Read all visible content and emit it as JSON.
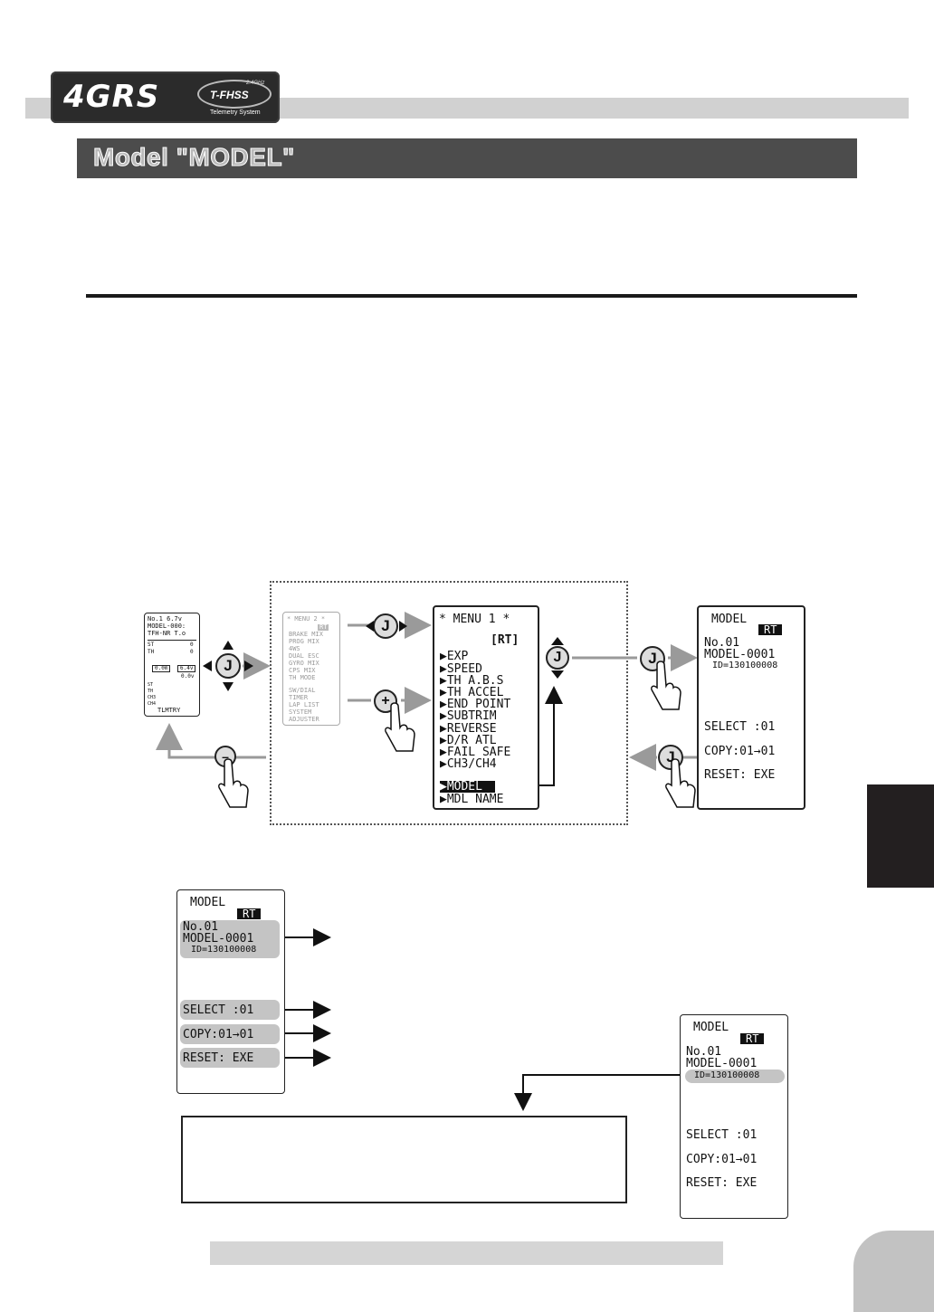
{
  "header": {
    "logo_main": "4GRS",
    "logo_band": "2.4GHz",
    "logo_sub": "T-FHSS",
    "logo_tagline": "Telemetry System"
  },
  "title": "Model \"MODEL\"",
  "home_screen": {
    "lines": [
      "No.1  6.7v",
      "MODEL-000:",
      "TFH-NR  T.o",
      "ST",
      "TH",
      "ST",
      "TH",
      "CH3",
      "CH4"
    ],
    "values": [
      "0",
      "0",
      "0.0m",
      "6.4v",
      "0.0v"
    ],
    "footer": "TLMTRY"
  },
  "menu2": {
    "title": "* MENU 2 *",
    "badge": "RT",
    "items": [
      "BRAKE MIX",
      "PROG MIX",
      "4WS",
      "DUAL ESC",
      "GYRO MIX",
      "CPS MIX",
      "TH MODE",
      "SW/DIAL",
      "TIMER",
      "LAP LIST",
      "SYSTEM",
      "ADJUSTER"
    ]
  },
  "menu1": {
    "title": "* MENU 1 *",
    "badge": "[RT]",
    "items": [
      "EXP",
      "SPEED",
      "TH A.B.S",
      "TH ACCEL",
      "END POINT",
      "SUBTRIM",
      "REVERSE",
      "D/R ATL",
      "FAIL SAFE",
      "CH3/CH4"
    ],
    "selected": "MODEL",
    "last": "MDL NAME"
  },
  "model_screen": {
    "title": "MODEL",
    "badge": "RT",
    "no": "No.01",
    "name": "MODEL-0001",
    "id": "ID=130100008",
    "select": "SELECT :01",
    "copy": "COPY:01→01",
    "reset": "RESET: EXE"
  },
  "buttons": {
    "j": "J",
    "plus": "+",
    "minus": "–"
  }
}
